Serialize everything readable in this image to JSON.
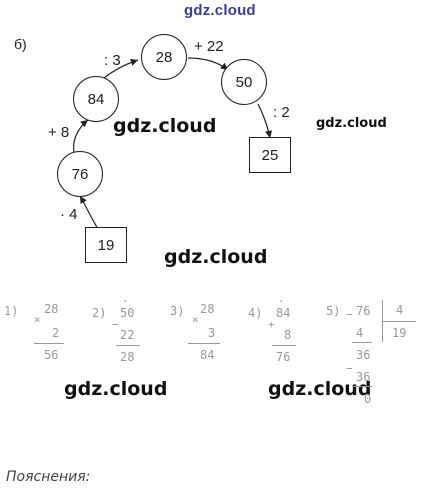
{
  "watermarks": {
    "top": "gdz.cloud",
    "w1": "gdz.cloud",
    "w2": "gdz.cloud",
    "w3": "gdz.cloud",
    "w4": "gdz.cloud",
    "w5": "gdz.cloud"
  },
  "part_label": "б)",
  "chain": {
    "start": "19",
    "op1": "· 4",
    "n1": "76",
    "op2": "+ 8",
    "n2": "84",
    "op3": ": 3",
    "n3": "28",
    "op4": "+ 22",
    "n4": "50",
    "op5": ": 2",
    "end": "25"
  },
  "calc": {
    "c1": {
      "num": "1)",
      "a": "28",
      "b": "2",
      "res": "56",
      "op": "×"
    },
    "c2": {
      "num": "2)",
      "a": "50",
      "b": "22",
      "res": "28",
      "op": "−"
    },
    "c3": {
      "num": "3)",
      "a": "28",
      "b": "3",
      "res": "84",
      "op": "×"
    },
    "c4": {
      "num": "4)",
      "a": "84",
      "b": "8",
      "res": "76",
      "op": "+"
    },
    "c5": {
      "num": "5)",
      "dividend": "76",
      "divisor": "4",
      "quotient": "19",
      "s1": "4",
      "r1": "36",
      "s2": "36",
      "r2": "0"
    }
  },
  "explanation": "Пояснения:"
}
